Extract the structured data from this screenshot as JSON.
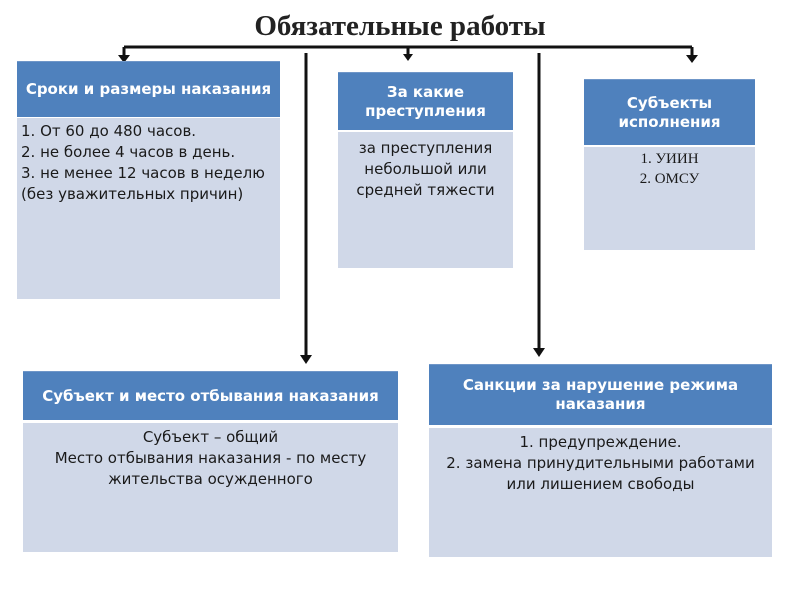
{
  "title": "Обязательные работы",
  "boxes": {
    "terms": {
      "header": "Сроки и размеры наказания",
      "lines": [
        "1. От 60 до 480 часов.",
        "2. не более 4 часов в день.",
        "3. не менее 12 часов в неделю (без уважительных причин)"
      ]
    },
    "crimes": {
      "header": "За какие преступления",
      "lines": [
        "за преступления небольшой или средней тяжести"
      ]
    },
    "subjects": {
      "header": "Субъекты исполнения",
      "lines": [
        "1. УИИН",
        "2. ОМСУ"
      ]
    },
    "place": {
      "header": "Субъект и место отбывания наказания",
      "lines": [
        "Субъект – общий",
        "Место отбывания наказания - по месту жительства осужденного"
      ]
    },
    "sanctions": {
      "header": "Санкции за нарушение режима наказания",
      "lines": [
        "1. предупреждение.",
        "2. замена принудительными работами или лишением свободы"
      ]
    }
  }
}
